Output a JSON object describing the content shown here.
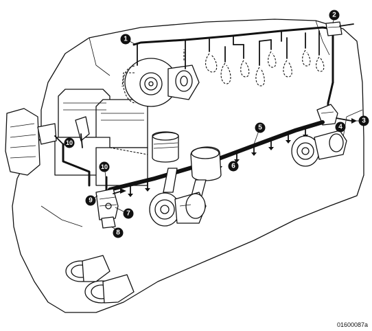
{
  "callouts": [
    {
      "id": "c1",
      "label": "1"
    },
    {
      "id": "c2",
      "label": "2"
    },
    {
      "id": "c3",
      "label": "3"
    },
    {
      "id": "c4",
      "label": "4"
    },
    {
      "id": "c5",
      "label": "5"
    },
    {
      "id": "c6",
      "label": "6"
    },
    {
      "id": "c7",
      "label": "7"
    },
    {
      "id": "c8",
      "label": "8"
    },
    {
      "id": "c9",
      "label": "9"
    },
    {
      "id": "c10a",
      "label": "10"
    },
    {
      "id": "c10b",
      "label": "10"
    }
  ],
  "figure_id": "01600087a"
}
